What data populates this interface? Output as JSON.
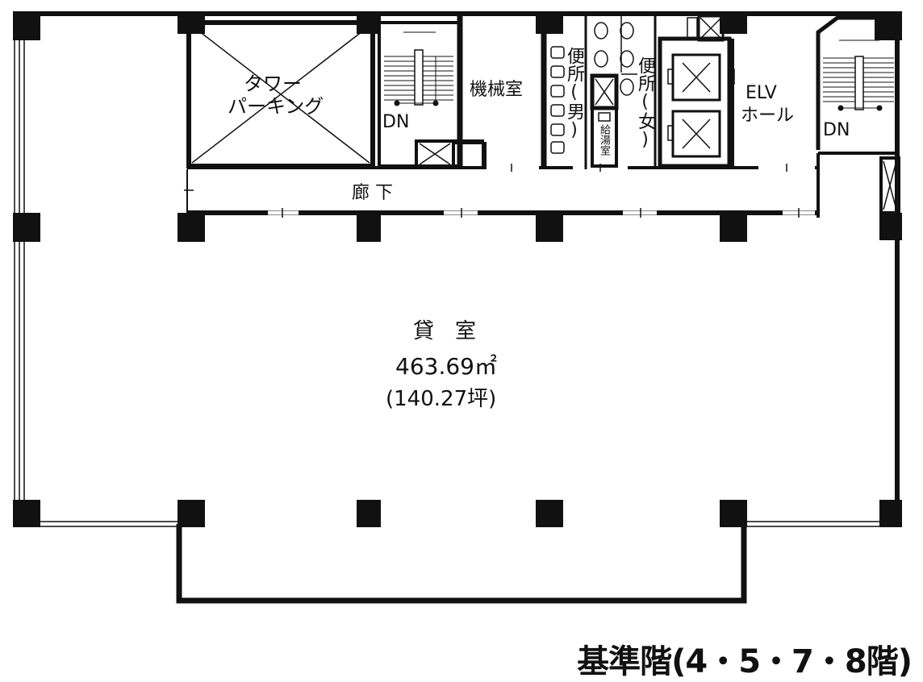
{
  "rooms": {
    "tower_parking": [
      "タワー",
      "パーキング"
    ],
    "machine_room": "機械室",
    "toilet_men": "便所(男)",
    "toilet_women": "便所(女)",
    "kitchenette": "給湯室",
    "elv_hall": [
      "ELV",
      "ホール"
    ],
    "corridor": "廊 下",
    "stairs_left_dn": "DN",
    "stairs_right_dn": "DN",
    "rental": {
      "name": "貸　室",
      "area_m2": "463.69㎡",
      "area_tsubo": "(140.27坪)"
    }
  },
  "floor_title": "基準階(4・5・7・8階)",
  "colors": {
    "wall": "#111111",
    "background": "#ffffff"
  }
}
